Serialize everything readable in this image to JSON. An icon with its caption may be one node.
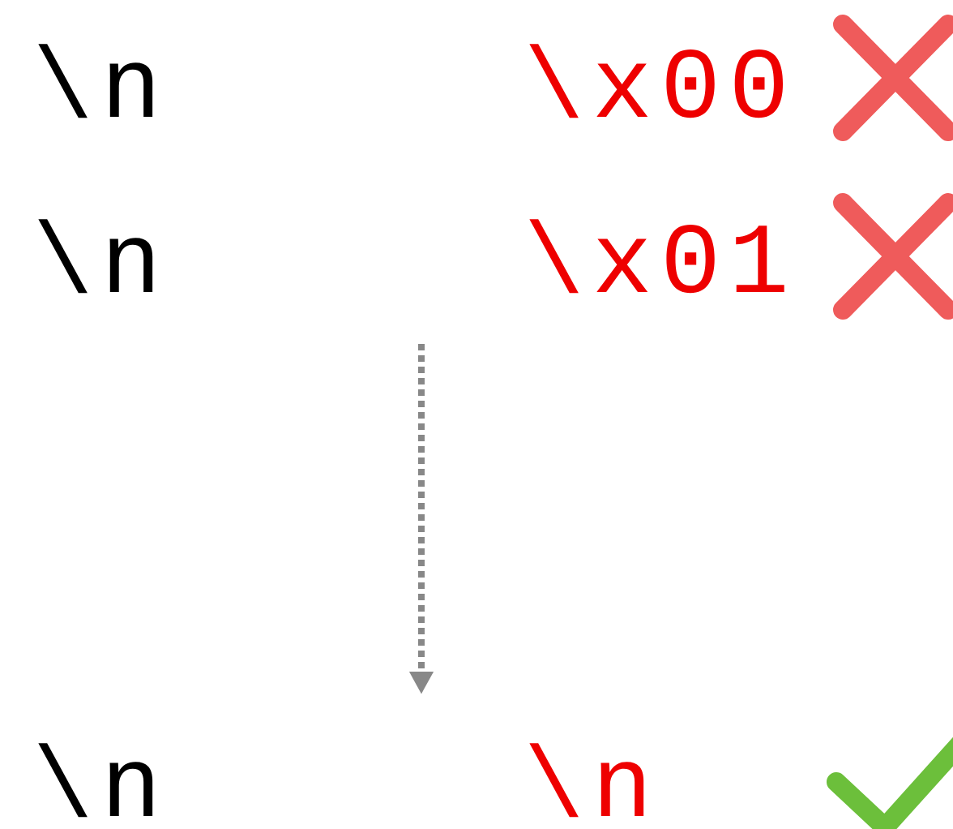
{
  "diagram": {
    "labels": [
      "\\n",
      "\\x00",
      "\\n",
      "\\x01",
      "\\n",
      "\\n"
    ]
  }
}
